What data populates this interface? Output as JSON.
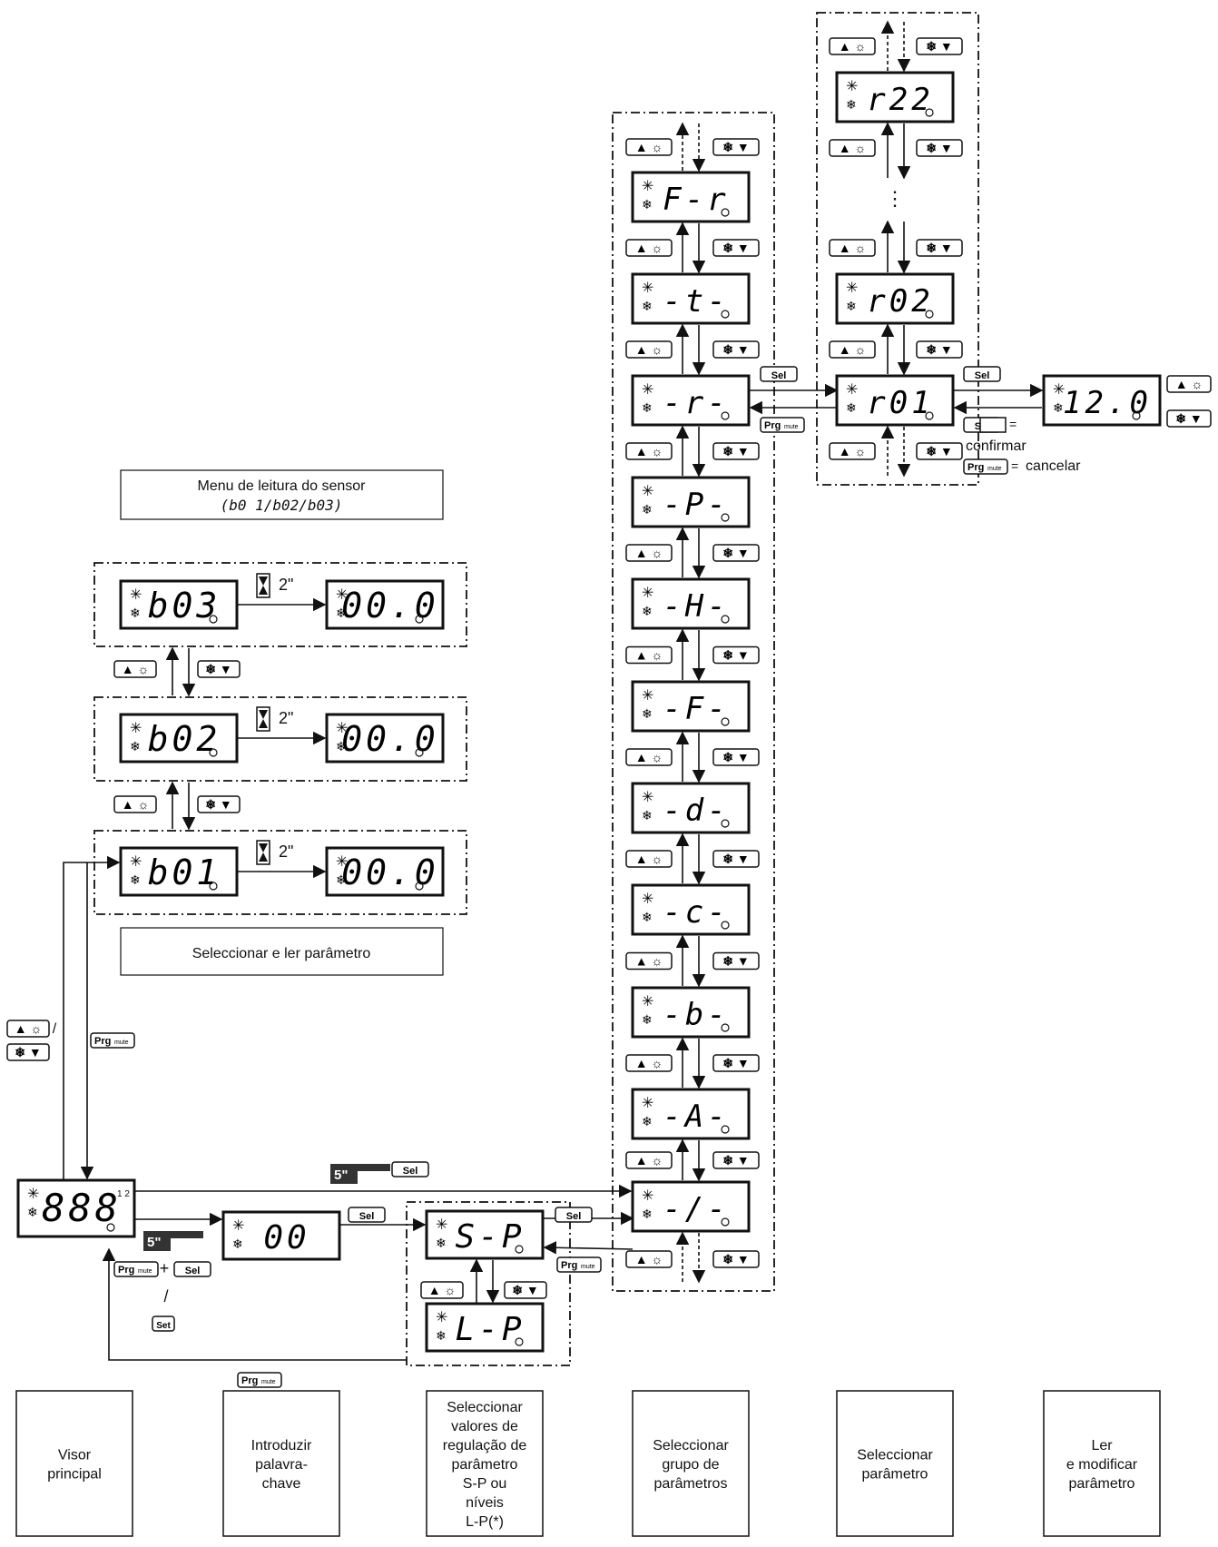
{
  "captions": {
    "sensor_menu_line1": "Menu de leitura do sensor",
    "sensor_menu_line2": "(b0 1/b02/b03)",
    "select_read_param": "Seleccionar e ler parâmetro",
    "confirm": "confirmar",
    "cancel": "cancelar",
    "equals": "=",
    "vertical_dots": "⋮",
    "slash": "/",
    "plus": "+",
    "hold_time": "5\"",
    "timer": "2\""
  },
  "keys": {
    "up": "▲ ☼",
    "down": "❄ ▼",
    "sel": "Sel",
    "prg": "Prg",
    "mute": "mute",
    "set": "Set"
  },
  "displays": {
    "main": "888",
    "main_sup": "1 2",
    "password": "00",
    "sp": "S-P",
    "lp": "L-P",
    "sensor_b03": "b03",
    "sensor_b02": "b02",
    "sensor_b01": "b01",
    "sensor_value": "00.0",
    "groups": [
      "F-r",
      "-t-",
      "-r-",
      "-P-",
      "-H-",
      "-F-",
      "-d-",
      "-c-",
      "-b-",
      "-A-",
      "-/-"
    ],
    "param_r22": "r22",
    "param_r02": "r02",
    "param_r01": "r01",
    "param_value": "12.0"
  },
  "bottom_labels": [
    {
      "lines": [
        "Visor",
        "principal"
      ]
    },
    {
      "lines": [
        "Introduzir",
        "palavra-",
        "chave"
      ]
    },
    {
      "lines": [
        "Seleccionar",
        "valores de",
        "regulação de",
        "parâmetro",
        "S-P ou",
        "níveis",
        "L-P(*)"
      ]
    },
    {
      "lines": [
        "Seleccionar",
        "grupo de",
        "parâmetros"
      ]
    },
    {
      "lines": [
        "Seleccionar",
        "parâmetro"
      ]
    },
    {
      "lines": [
        "Ler",
        "e modificar",
        "parâmetro"
      ]
    }
  ]
}
